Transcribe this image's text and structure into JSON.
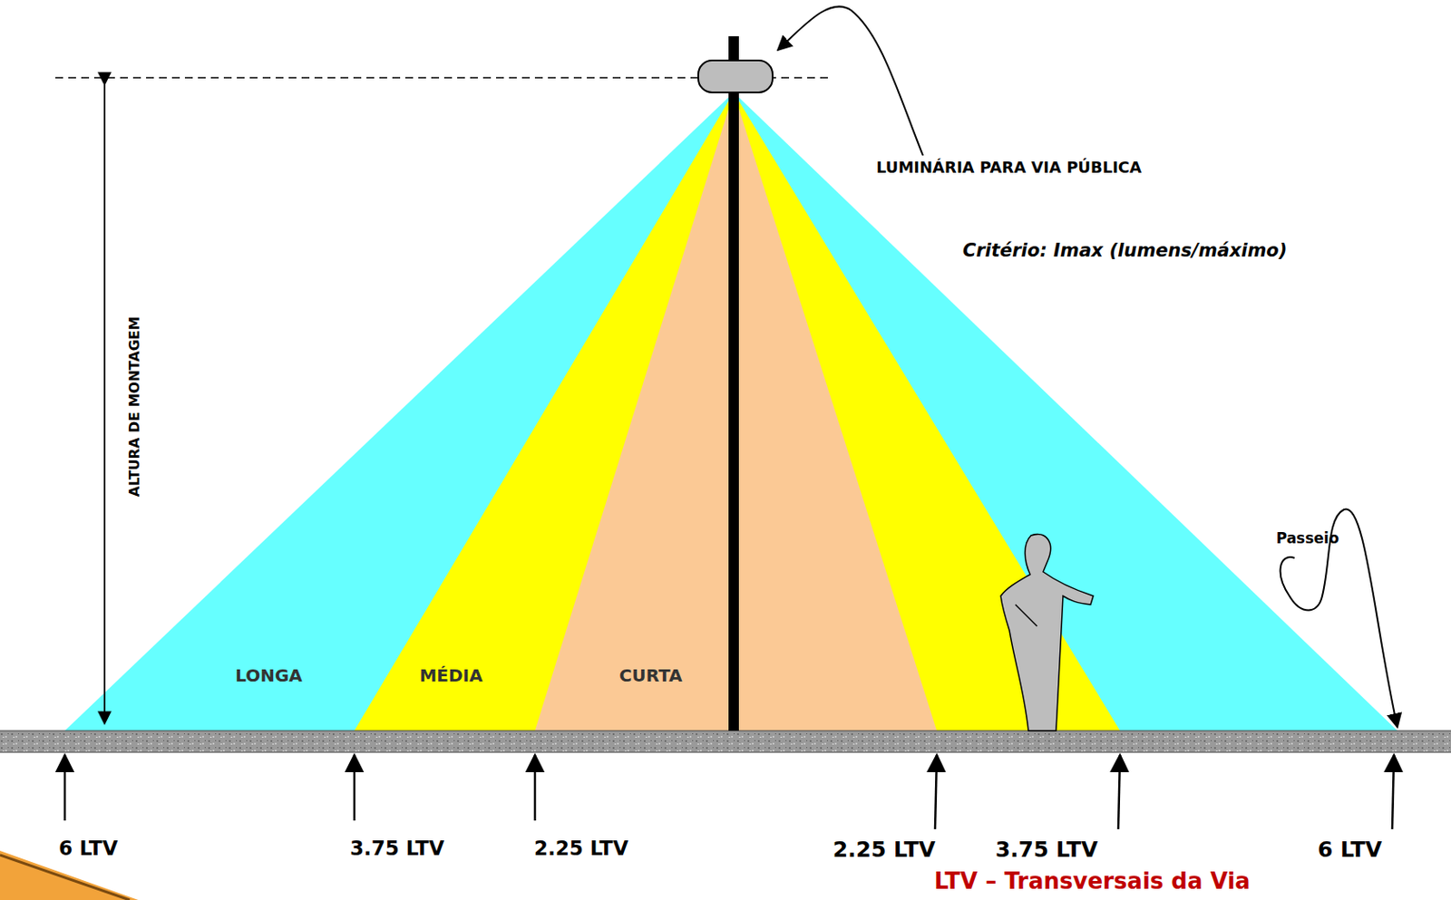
{
  "diagram": {
    "nodes": [
      {
        "text": [
          "LONGA"
        ]
      },
      {
        "text": [
          "MÉDIA"
        ]
      },
      {
        "text": [
          "CURTA"
        ]
      }
    ],
    "labels": [
      "LUMINÁRIA PARA VIA PÚBLICA",
      "Critério: Imax (lumens/máximo)",
      "ALTURA DE MONTAGEM",
      "Passeio",
      "6 LTV",
      "3.75 LTV",
      "2.25 LTV",
      "2.25 LTV",
      "3.75 LTV",
      "6 LTV",
      "LTV – Transversais da Via"
    ]
  }
}
